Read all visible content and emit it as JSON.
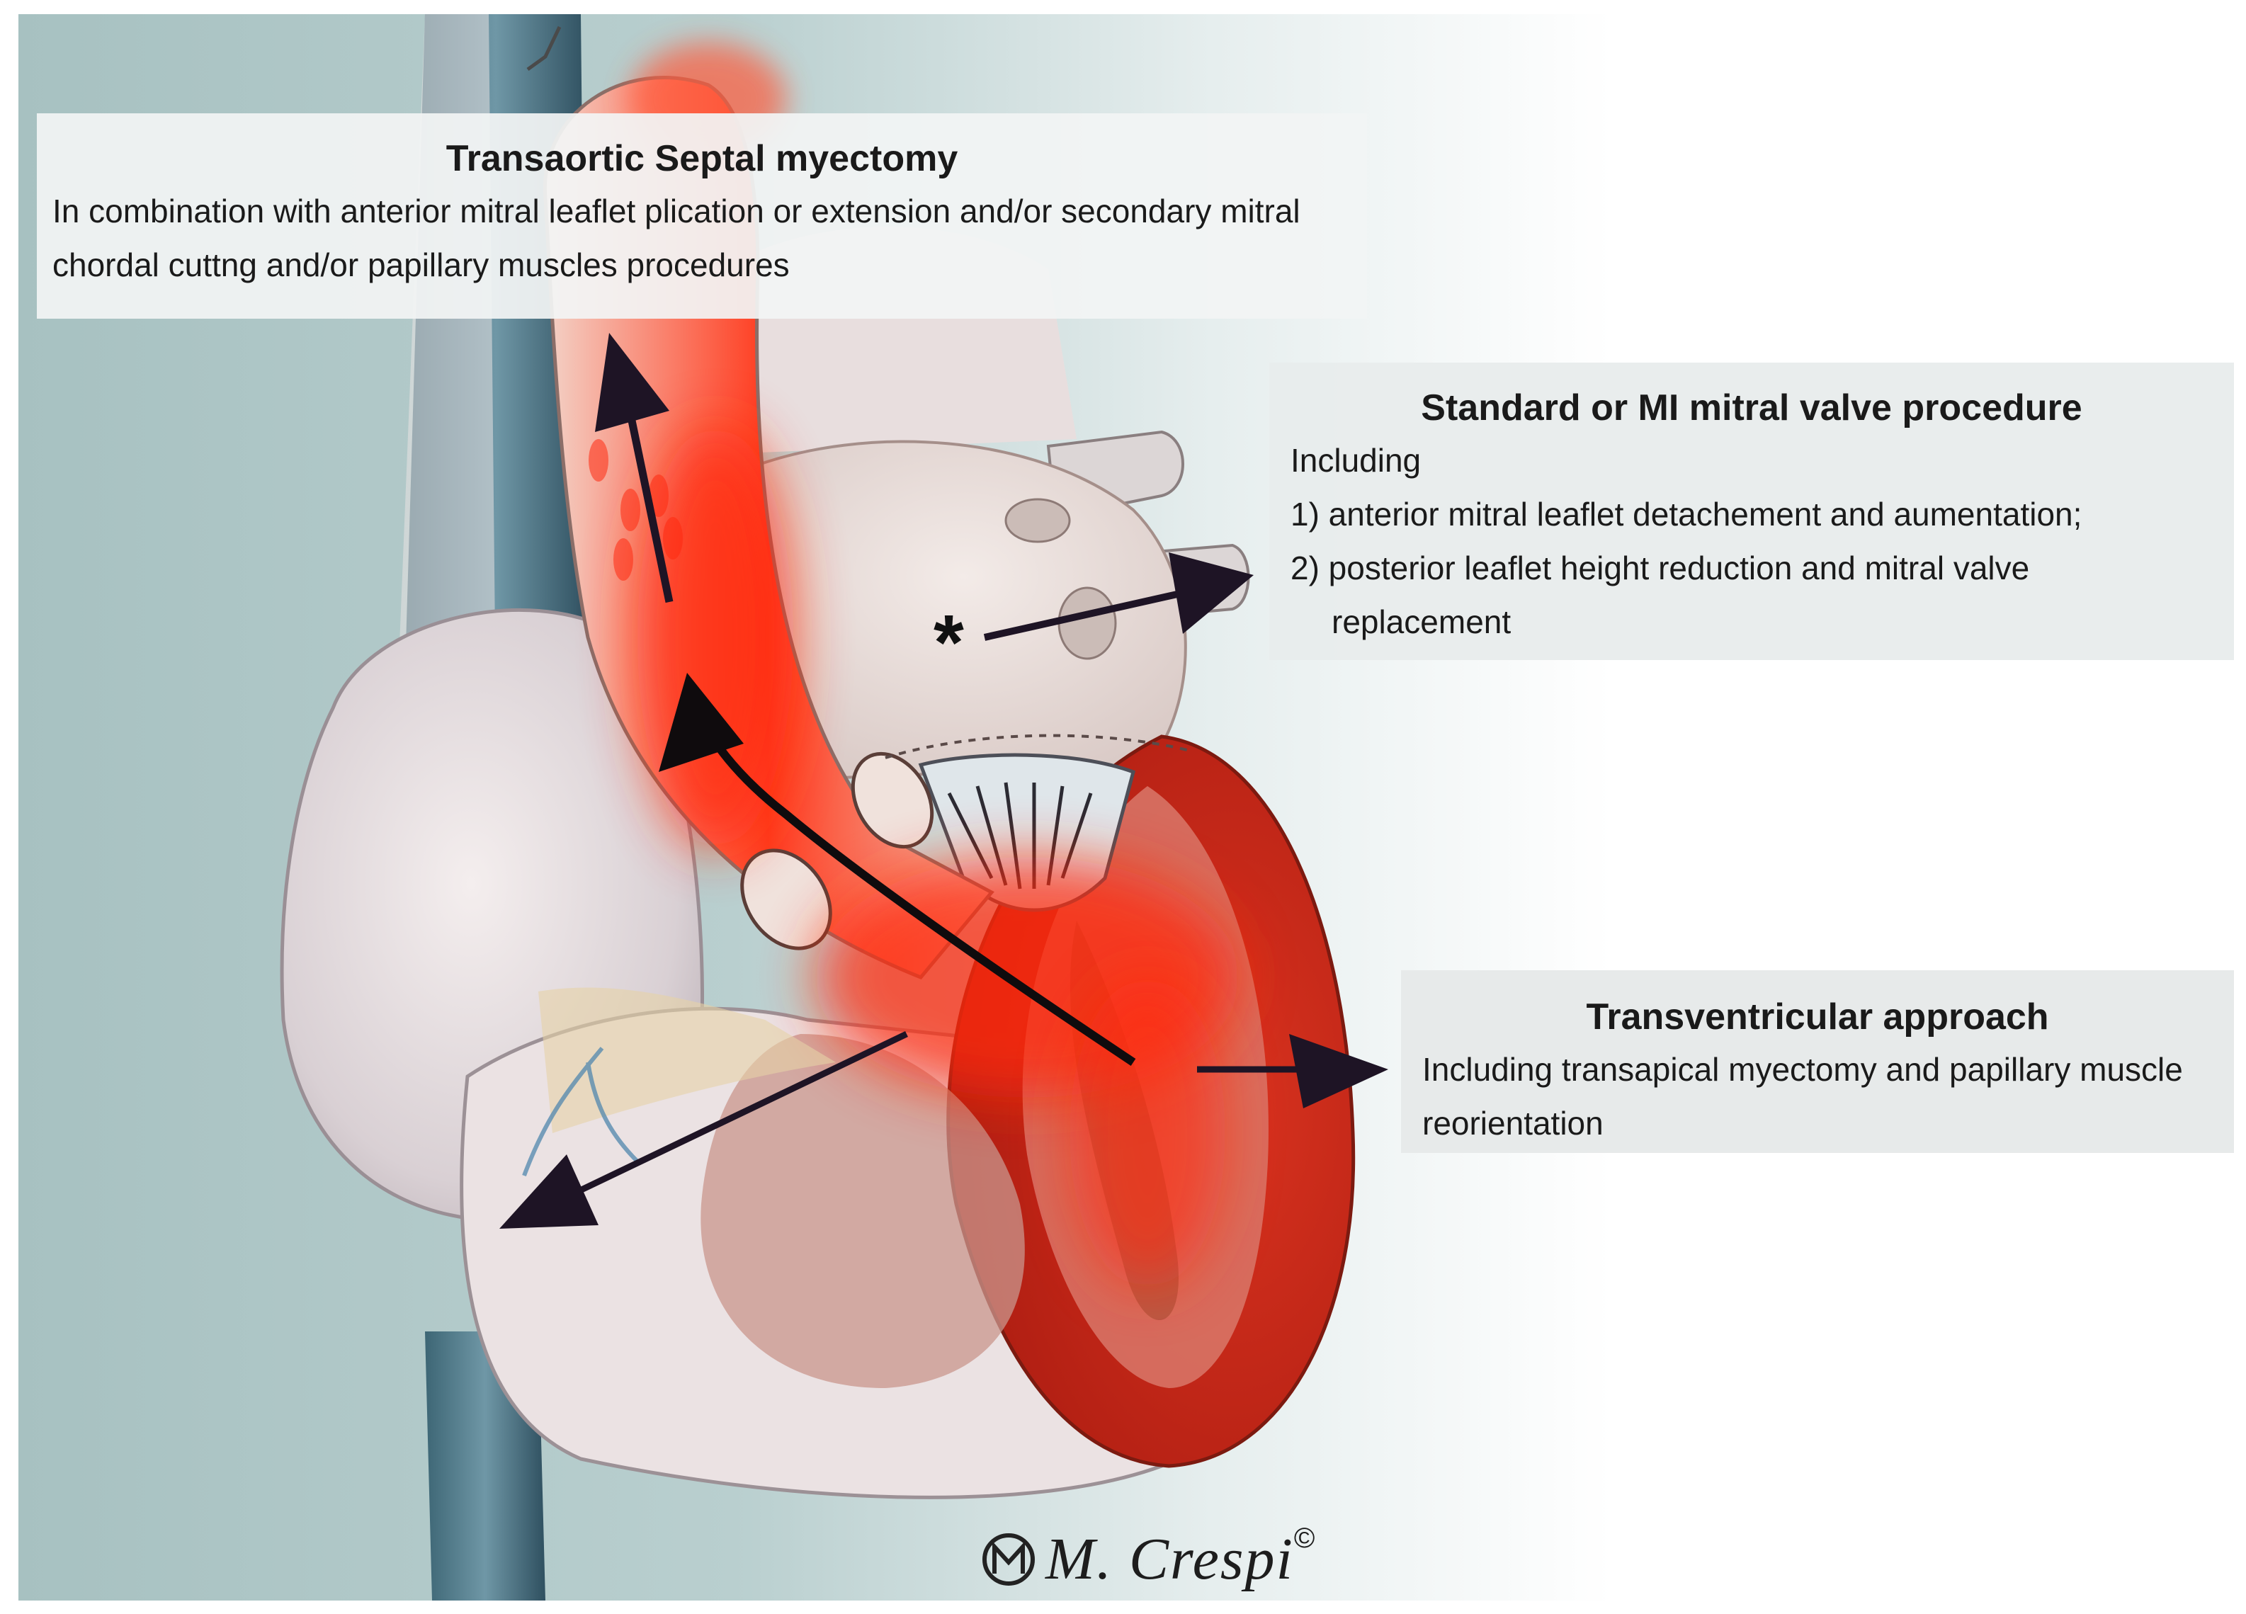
{
  "labels": {
    "septal": {
      "title": "Transaortic Septal myectomy",
      "text": "In combination with anterior mitral leaflet plication or extension and/or secondary mitral chordal cuttng and/or papillary muscles procedures"
    },
    "mitral": {
      "title": "Standard or MI mitral valve procedure",
      "intro": "Including",
      "item1": "1) anterior mitral leaflet detachement and aumentation;",
      "item2": "2) posterior leaflet height reduction and mitral valve replacement"
    },
    "transventricular": {
      "title": "Transventricular approach",
      "text": "Including transapical myectomy and papillary muscle reorientation"
    }
  },
  "marker": {
    "symbol": "*"
  },
  "signature": {
    "text": "M. Crespi",
    "copyright": "©"
  },
  "colors": {
    "background_left": "#a9c3c3",
    "myocardium": "#c92a1c",
    "flow": "#ff2a10",
    "arrow": "#1e1425"
  }
}
